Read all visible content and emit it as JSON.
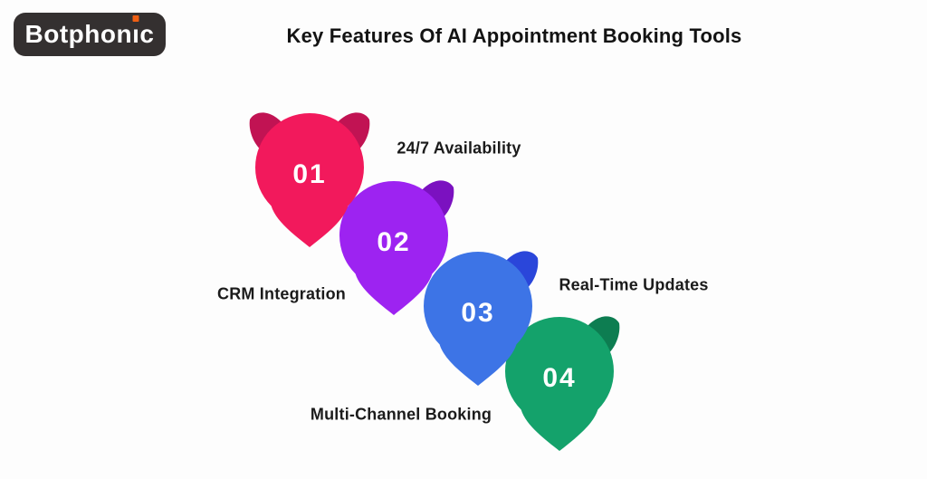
{
  "page": {
    "background_color": "#fdfdfd"
  },
  "header": {
    "logo": {
      "text": "Botphonic",
      "text_before_i": "Botphon",
      "dotless_i": "ı",
      "text_after_i": "c",
      "background_color": "#343030",
      "text_color": "#ffffff",
      "i_dot_color": "#ee5f13"
    },
    "title": "Key Features Of AI Appointment Booking Tools",
    "title_color": "#131313"
  },
  "pins": [
    {
      "number": "01",
      "label": "24/7 Availability",
      "color": "#f2195c",
      "horn_color": "#c11353",
      "number_color": "#ffffff",
      "label_side": "right"
    },
    {
      "number": "02",
      "label": "CRM Integration",
      "color": "#9d23f1",
      "horn_color": "#7b11c0",
      "number_color": "#ffffff",
      "label_side": "left"
    },
    {
      "number": "03",
      "label": "Real-Time Updates",
      "color": "#3d74e6",
      "horn_color": "#2a46da",
      "number_color": "#ffffff",
      "label_side": "right"
    },
    {
      "number": "04",
      "label": "Multi-Channel Booking",
      "color": "#14a26b",
      "horn_color": "#0d7d51",
      "number_color": "#ffffff",
      "label_side": "left"
    }
  ]
}
